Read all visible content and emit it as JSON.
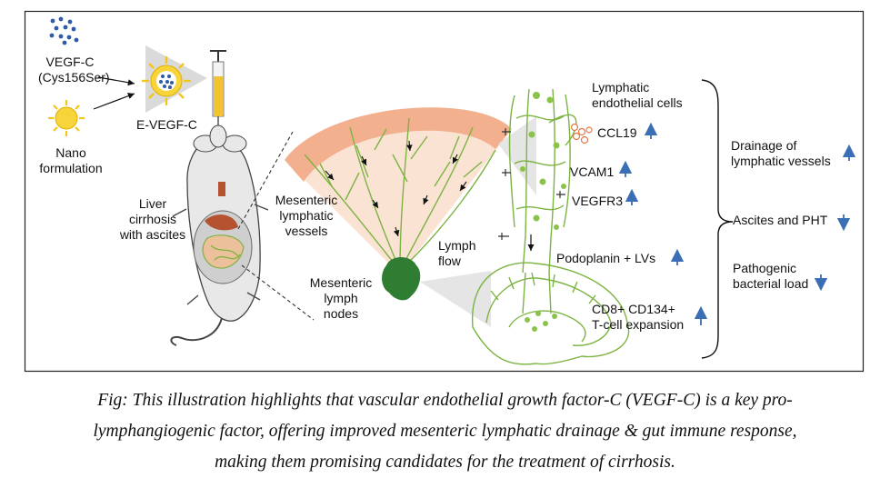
{
  "labels": {
    "vegfc": [
      "VEGF-C",
      "(Cys156Ser)"
    ],
    "nano": [
      "Nano",
      "formulation"
    ],
    "evegfc": "E-VEGF-C",
    "liver": [
      "Liver",
      "cirrhosis",
      "with ascites"
    ],
    "mes_vessels": [
      "Mesenteric",
      "lymphatic",
      "vessels"
    ],
    "mes_nodes": [
      "Mesenteric",
      "lymph",
      "nodes"
    ],
    "lymph_flow": [
      "Lymph",
      "flow"
    ],
    "lec": [
      "Lymphatic",
      "endothelial cells"
    ],
    "ccl19": "CCL19",
    "vcam1": "VCAM1",
    "vegfr3": "VEGFR3",
    "podoplanin": "Podoplanin + LVs",
    "cd8": [
      "CD8+ CD134+",
      "T-cell expansion"
    ],
    "drainage": [
      "Drainage of",
      "lymphatic vessels"
    ],
    "ascites": "Ascites and PHT",
    "bacterial": [
      "Pathogenic",
      "bacterial load"
    ]
  },
  "arrows": {
    "ccl19": "up",
    "vcam1": "up",
    "vegfr3": "up",
    "podoplanin": "up",
    "cd8": "up",
    "drainage": "up",
    "ascites": "down",
    "bacterial": "down"
  },
  "caption": [
    "Fig: This illustration highlights that vascular endothelial growth factor-C (VEGF-C) is a key pro-",
    "lymphangiogenic factor, offering improved mesenteric lymphatic drainage & gut immune response,",
    "making them promising candidates for the treatment of cirrhosis."
  ],
  "colors": {
    "vessel_green": "#7cb342",
    "node_green": "#2e7d32",
    "tissue_salmon": "#f3b08f",
    "tissue_light": "#fbe3d4",
    "nano_yellow": "#f5c518",
    "dot_blue": "#2f5aa6",
    "arrow_blue": "#3a6fb5"
  }
}
